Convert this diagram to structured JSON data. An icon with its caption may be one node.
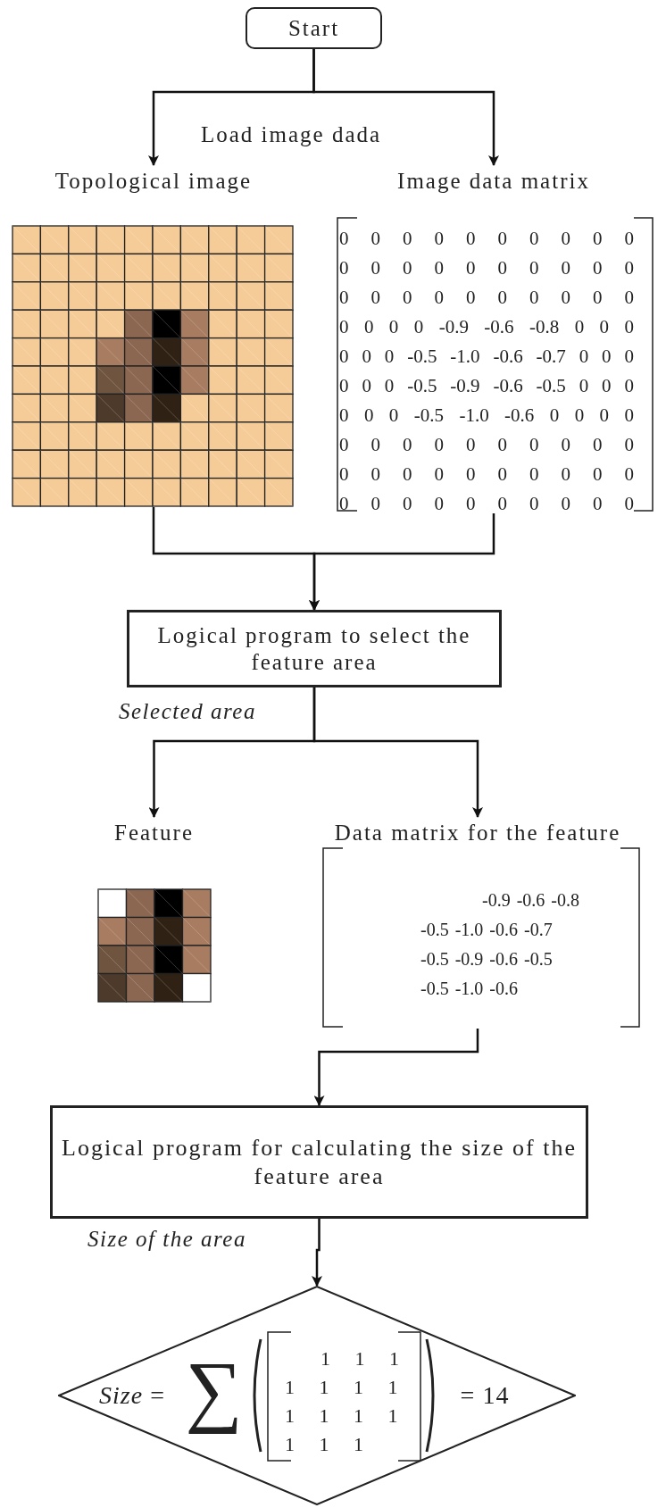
{
  "diagram": {
    "nodes": [
      {
        "text": [
          "Start"
        ]
      },
      {
        "text": [
          "Topological image"
        ]
      },
      {
        "text": [
          "Image data matrix",
          "0 0 0 0 0 0 0 0 0 0",
          "0 0 0 0 0 0 0 0 0 0",
          "0 0 0 0 0 0 0 0 0 0",
          "0 0 0 0 -0.9 -0.6 -0.8 0 0 0",
          "0 0 0 -0.5 -1.0 -0.6 -0.7 0 0 0",
          "0 0 0 -0.5 -0.9 -0.6 -0.5 0 0 0",
          "0 0 0 -0.5 -1.0 -0.6 0 0 0 0",
          "0 0 0 0 0 0 0 0 0 0",
          "0 0 0 0 0 0 0 0 0 0",
          "0 0 0 0 0 0 0 0 0 0"
        ]
      },
      {
        "text": [
          "Logical program to select the feature area"
        ]
      },
      {
        "text": [
          "Feature"
        ]
      },
      {
        "text": [
          "Data matrix for the feature",
          "-0.9 -0.6 -0.8",
          "-0.5 -1.0 -0.6 -0.7",
          "-0.5 -0.9 -0.6 -0.5",
          "-0.5 -1.0 -0.6"
        ]
      },
      {
        "text": [
          "Logical program for calculating the size of the feature area"
        ]
      },
      {
        "text": [
          "*Size* =",
          "∑",
          "1 1 1",
          "1 1 1 1",
          "1 1 1 1",
          "1 1 1",
          "= 14"
        ]
      }
    ],
    "edges": [
      {
        "from": 0,
        "to": 1,
        "arrow": "to",
        "label": "Load image dada"
      },
      {
        "from": 0,
        "to": 2,
        "arrow": "to"
      },
      {
        "from": 1,
        "to": 3,
        "arrow": "to"
      },
      {
        "from": 2,
        "to": 3,
        "arrow": "to"
      },
      {
        "from": 3,
        "to": 4,
        "arrow": "to",
        "label": "Selected area"
      },
      {
        "from": 3,
        "to": 5,
        "arrow": "to"
      },
      {
        "from": 5,
        "to": 6,
        "arrow": "to"
      },
      {
        "from": 6,
        "to": 7,
        "arrow": "to",
        "label": "Size of the area"
      }
    ]
  }
}
